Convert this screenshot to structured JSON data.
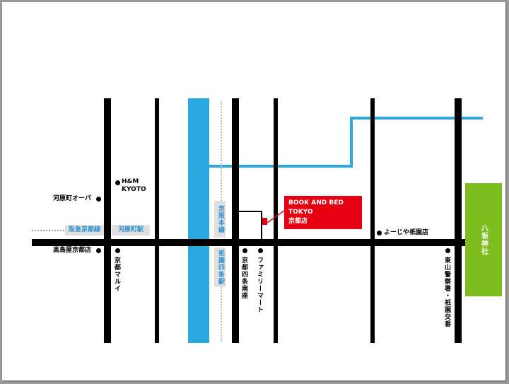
{
  "colors": {
    "road": "#000000",
    "river": "#2aa9e0",
    "rail": "#2aa9e0",
    "hotel": "#e60012",
    "shrine": "#7dbe1e",
    "station_bg": "#e0e0e0"
  },
  "landmarks": {
    "hm": "H&M\nKYOTO",
    "opa": "河原町オーパ",
    "takashimaya": "高島屋京都店",
    "marui": "京都マルイ",
    "shijo_minamiza": "京都四条南座",
    "familymart": "ファミリーマート",
    "yojiya": "よーじや祇園店",
    "police": "東山警察署・祇園交番"
  },
  "stations": {
    "hankyu_line": "阪急京都線",
    "kawaramachi": "河原町駅",
    "keihan_line": "京阪本線",
    "gion_shijo": "祇園四条駅"
  },
  "hotel": {
    "name": "BOOK AND BED TOKYO",
    "branch": "京都店"
  },
  "shrine": {
    "name": "八坂神社"
  }
}
